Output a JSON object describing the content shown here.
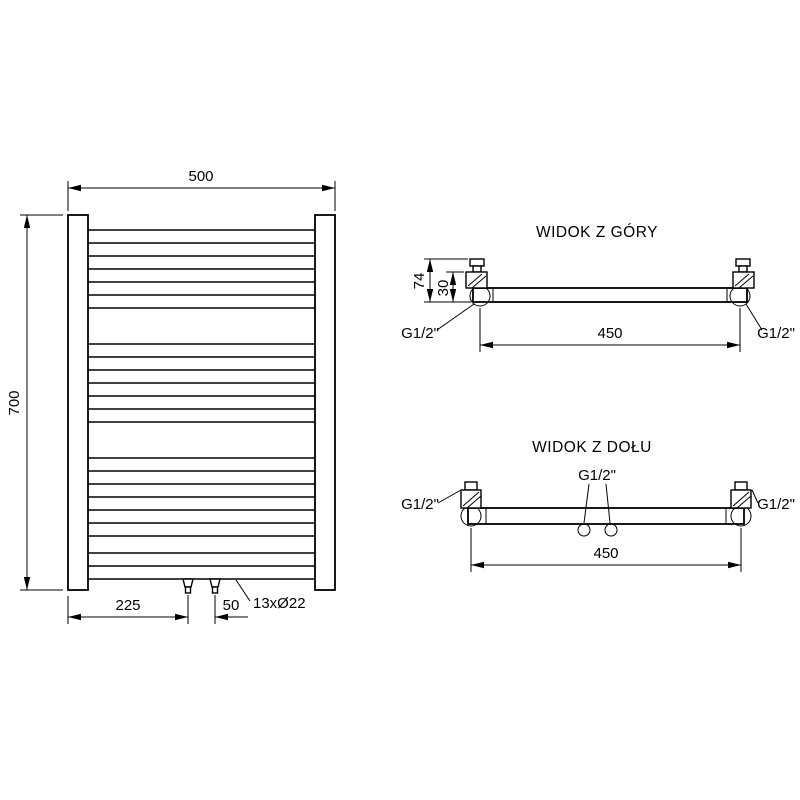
{
  "front_view": {
    "dim_width": "500",
    "dim_height": "700",
    "dim_offset": "225",
    "dim_spacing": "50",
    "tubes": "13xØ22"
  },
  "top_view": {
    "title": "WIDOK Z GÓRY",
    "dim_depth": "74",
    "dim_axis": "30",
    "dim_span": "450",
    "thread_left": "G1/2\"",
    "thread_right": "G1/2\""
  },
  "bottom_view": {
    "title": "WIDOK Z DOŁU",
    "dim_span": "450",
    "thread_left": "G1/2\"",
    "thread_center": "G1/2\"",
    "thread_right": "G1/2\""
  }
}
